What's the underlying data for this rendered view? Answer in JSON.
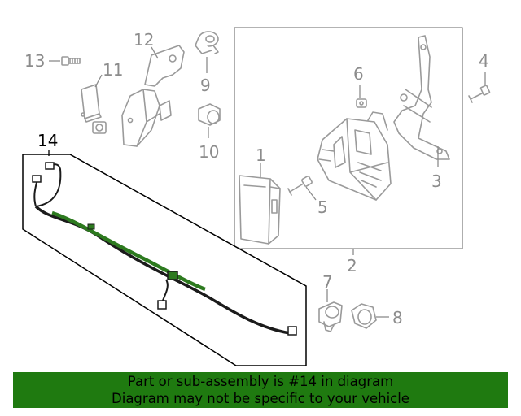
{
  "callouts": {
    "c1": "1",
    "c2": "2",
    "c3": "3",
    "c4": "4",
    "c5": "5",
    "c6": "6",
    "c7": "7",
    "c8": "8",
    "c9": "9",
    "c10": "10",
    "c11": "11",
    "c12": "12",
    "c13": "13",
    "c14": "14"
  },
  "banner": {
    "line1": "Part or sub-assembly is #14 in diagram",
    "line2": "Diagram may not be specific to your vehicle"
  },
  "colors": {
    "highlight": "#1f7a10",
    "parts": "#9a9a9a",
    "harness": "#2d7a1f",
    "callout": "#8c8c8c"
  }
}
